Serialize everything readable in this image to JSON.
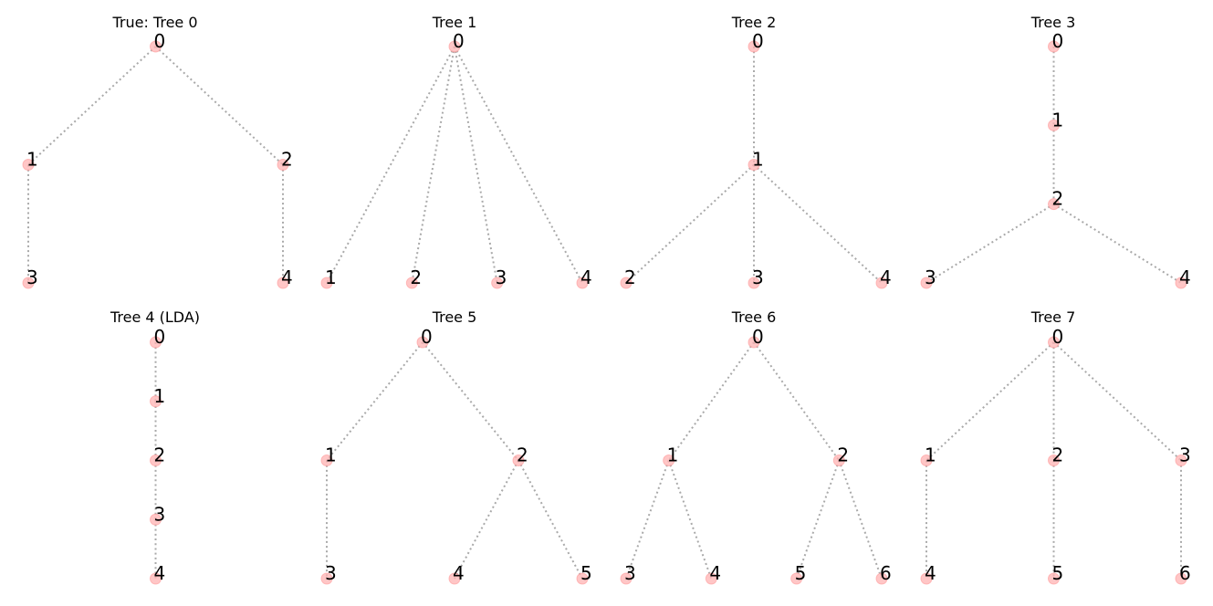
{
  "trees": [
    {
      "title": "True: Tree 0",
      "nodes": [
        {
          "id": "0",
          "depth": 0,
          "pos": 0.5
        },
        {
          "id": "1",
          "depth": 1,
          "pos": 0.0
        },
        {
          "id": "2",
          "depth": 1,
          "pos": 1.0
        },
        {
          "id": "3",
          "depth": 2,
          "pos": 0.0
        },
        {
          "id": "4",
          "depth": 2,
          "pos": 1.0
        }
      ],
      "edges": [
        [
          "0",
          "1"
        ],
        [
          "0",
          "2"
        ],
        [
          "1",
          "3"
        ],
        [
          "2",
          "4"
        ]
      ]
    },
    {
      "title": "Tree 1",
      "nodes": [
        {
          "id": "0",
          "depth": 0,
          "pos": 0.5
        },
        {
          "id": "1",
          "depth": 2,
          "pos": 0.0
        },
        {
          "id": "2",
          "depth": 2,
          "pos": 0.3333
        },
        {
          "id": "3",
          "depth": 2,
          "pos": 0.6667
        },
        {
          "id": "4",
          "depth": 2,
          "pos": 1.0
        }
      ],
      "edges": [
        [
          "0",
          "1"
        ],
        [
          "0",
          "2"
        ],
        [
          "0",
          "3"
        ],
        [
          "0",
          "4"
        ]
      ]
    },
    {
      "title": "Tree 2",
      "nodes": [
        {
          "id": "0",
          "depth": 0,
          "pos": 0.5
        },
        {
          "id": "1",
          "depth": 1,
          "pos": 0.5
        },
        {
          "id": "2",
          "depth": 2,
          "pos": 0.0
        },
        {
          "id": "3",
          "depth": 2,
          "pos": 0.5
        },
        {
          "id": "4",
          "depth": 2,
          "pos": 1.0
        }
      ],
      "edges": [
        [
          "0",
          "1"
        ],
        [
          "1",
          "2"
        ],
        [
          "1",
          "3"
        ],
        [
          "1",
          "4"
        ]
      ]
    },
    {
      "title": "Tree 3",
      "nodes": [
        {
          "id": "0",
          "depth": 0,
          "pos": 0.5
        },
        {
          "id": "1",
          "depth": 1,
          "pos": 0.5
        },
        {
          "id": "2",
          "depth": 2,
          "pos": 0.5
        },
        {
          "id": "3",
          "depth": 3,
          "pos": 0.0
        },
        {
          "id": "4",
          "depth": 3,
          "pos": 1.0
        }
      ],
      "edges": [
        [
          "0",
          "1"
        ],
        [
          "1",
          "2"
        ],
        [
          "2",
          "3"
        ],
        [
          "2",
          "4"
        ]
      ]
    },
    {
      "title": "Tree 4 (LDA)",
      "nodes": [
        {
          "id": "0",
          "depth": 0,
          "pos": 0.5
        },
        {
          "id": "1",
          "depth": 1,
          "pos": 0.5
        },
        {
          "id": "2",
          "depth": 2,
          "pos": 0.5
        },
        {
          "id": "3",
          "depth": 3,
          "pos": 0.5
        },
        {
          "id": "4",
          "depth": 4,
          "pos": 0.5
        }
      ],
      "edges": [
        [
          "0",
          "1"
        ],
        [
          "1",
          "2"
        ],
        [
          "2",
          "3"
        ],
        [
          "3",
          "4"
        ]
      ]
    },
    {
      "title": "Tree 5",
      "nodes": [
        {
          "id": "0",
          "depth": 0,
          "pos": 0.375
        },
        {
          "id": "1",
          "depth": 1,
          "pos": 0.0
        },
        {
          "id": "2",
          "depth": 1,
          "pos": 0.75
        },
        {
          "id": "3",
          "depth": 2,
          "pos": 0.0
        },
        {
          "id": "4",
          "depth": 2,
          "pos": 0.5
        },
        {
          "id": "5",
          "depth": 2,
          "pos": 1.0
        }
      ],
      "edges": [
        [
          "0",
          "1"
        ],
        [
          "0",
          "2"
        ],
        [
          "1",
          "3"
        ],
        [
          "2",
          "4"
        ],
        [
          "2",
          "5"
        ]
      ]
    },
    {
      "title": "Tree 6",
      "nodes": [
        {
          "id": "0",
          "depth": 0,
          "pos": 0.5
        },
        {
          "id": "1",
          "depth": 1,
          "pos": 0.1667
        },
        {
          "id": "2",
          "depth": 1,
          "pos": 0.8333
        },
        {
          "id": "3",
          "depth": 2,
          "pos": 0.0
        },
        {
          "id": "4",
          "depth": 2,
          "pos": 0.3333
        },
        {
          "id": "5",
          "depth": 2,
          "pos": 0.6667
        },
        {
          "id": "6",
          "depth": 2,
          "pos": 1.0
        }
      ],
      "edges": [
        [
          "0",
          "1"
        ],
        [
          "0",
          "2"
        ],
        [
          "1",
          "3"
        ],
        [
          "1",
          "4"
        ],
        [
          "2",
          "5"
        ],
        [
          "2",
          "6"
        ]
      ]
    },
    {
      "title": "Tree 7",
      "nodes": [
        {
          "id": "0",
          "depth": 0,
          "pos": 0.5
        },
        {
          "id": "1",
          "depth": 1,
          "pos": 0.0
        },
        {
          "id": "2",
          "depth": 1,
          "pos": 0.5
        },
        {
          "id": "3",
          "depth": 1,
          "pos": 1.0
        },
        {
          "id": "4",
          "depth": 2,
          "pos": 0.0
        },
        {
          "id": "5",
          "depth": 2,
          "pos": 0.5
        },
        {
          "id": "6",
          "depth": 2,
          "pos": 1.0
        }
      ],
      "edges": [
        [
          "0",
          "1"
        ],
        [
          "0",
          "2"
        ],
        [
          "0",
          "3"
        ],
        [
          "1",
          "4"
        ],
        [
          "2",
          "5"
        ],
        [
          "3",
          "6"
        ]
      ]
    }
  ],
  "colors": {
    "node_fill": "#ffb3b3",
    "edge": "#a9a9a9",
    "text": "#000000"
  }
}
